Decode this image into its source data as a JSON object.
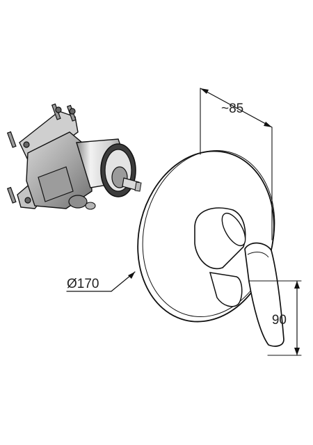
{
  "dimensions": {
    "depth_label": "~85",
    "diameter_label": "Ø170",
    "lever_height_label": "90"
  },
  "colors": {
    "line": "#111111",
    "background": "#ffffff",
    "metal_light": "#e6e6e6",
    "metal_mid": "#b9b9b9",
    "metal_dark": "#5a5a5a"
  }
}
